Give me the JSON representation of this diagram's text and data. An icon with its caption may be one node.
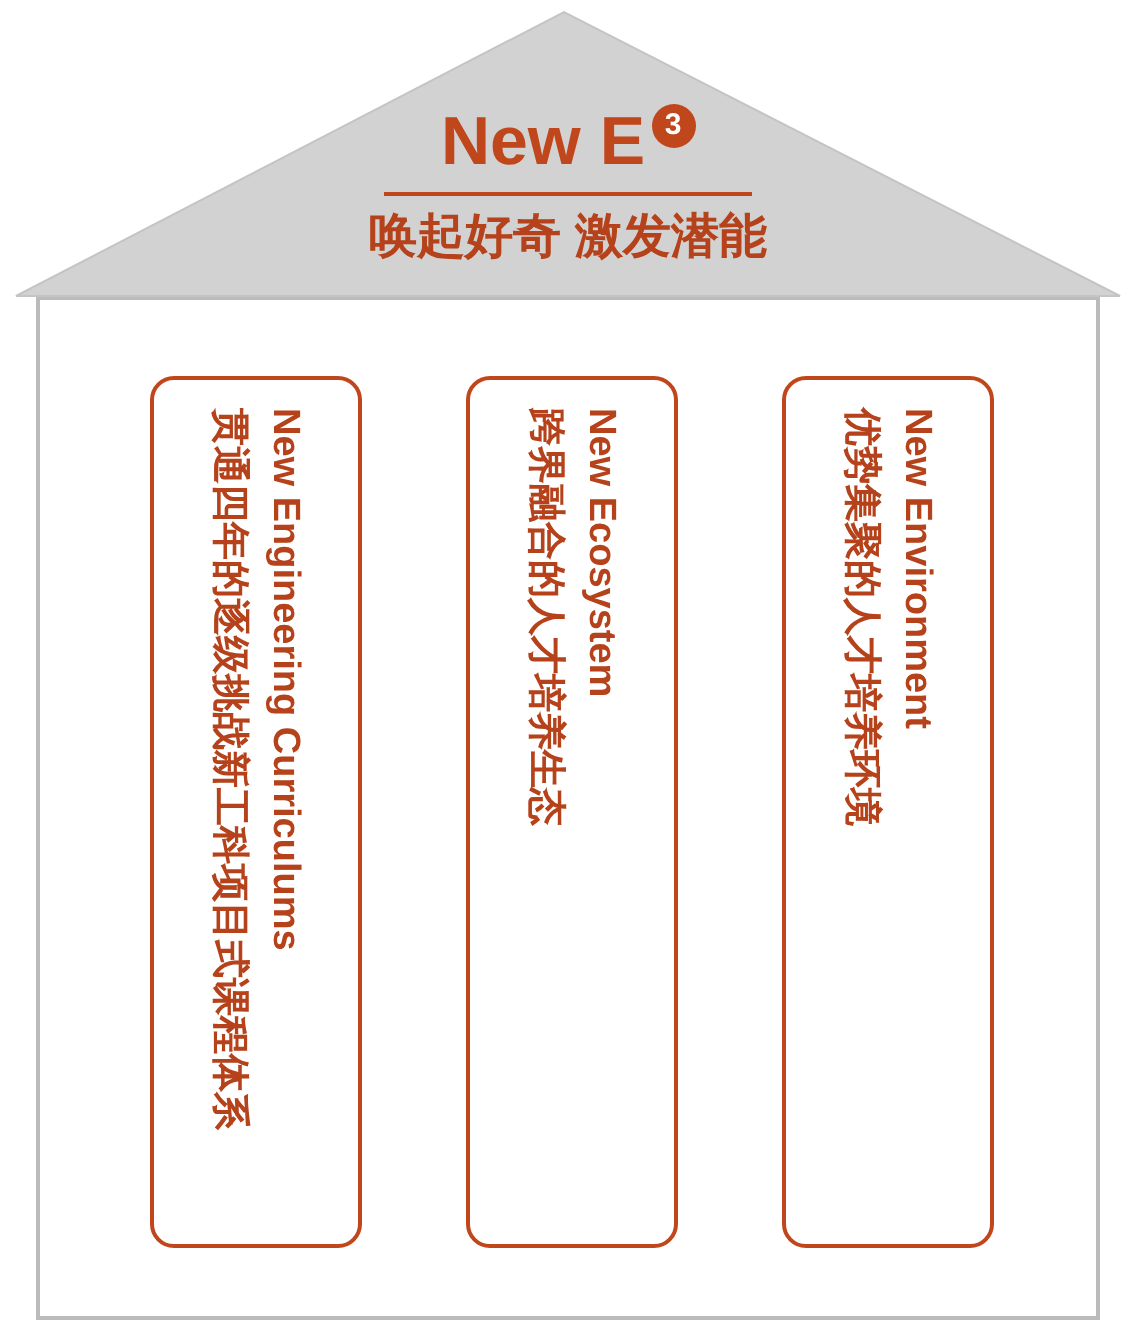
{
  "diagram": {
    "nodes": [
      {
        "text": [
          "New E$^{3}$",
          "唤起好奇 激发潜能"
        ]
      },
      {
        "text": [],
        "shape": "box"
      },
      {
        "text": [
          "贯通四年的逐级挑战新工科项目式课程体系",
          "New Engineering Curriculums"
        ],
        "in": 1
      },
      {
        "text": [
          "跨界融合的人才培养生态",
          "New Ecosystem"
        ],
        "in": 1
      },
      {
        "text": [
          "优势集聚的人才培养环境",
          "New Environment"
        ],
        "in": 1
      }
    ]
  }
}
